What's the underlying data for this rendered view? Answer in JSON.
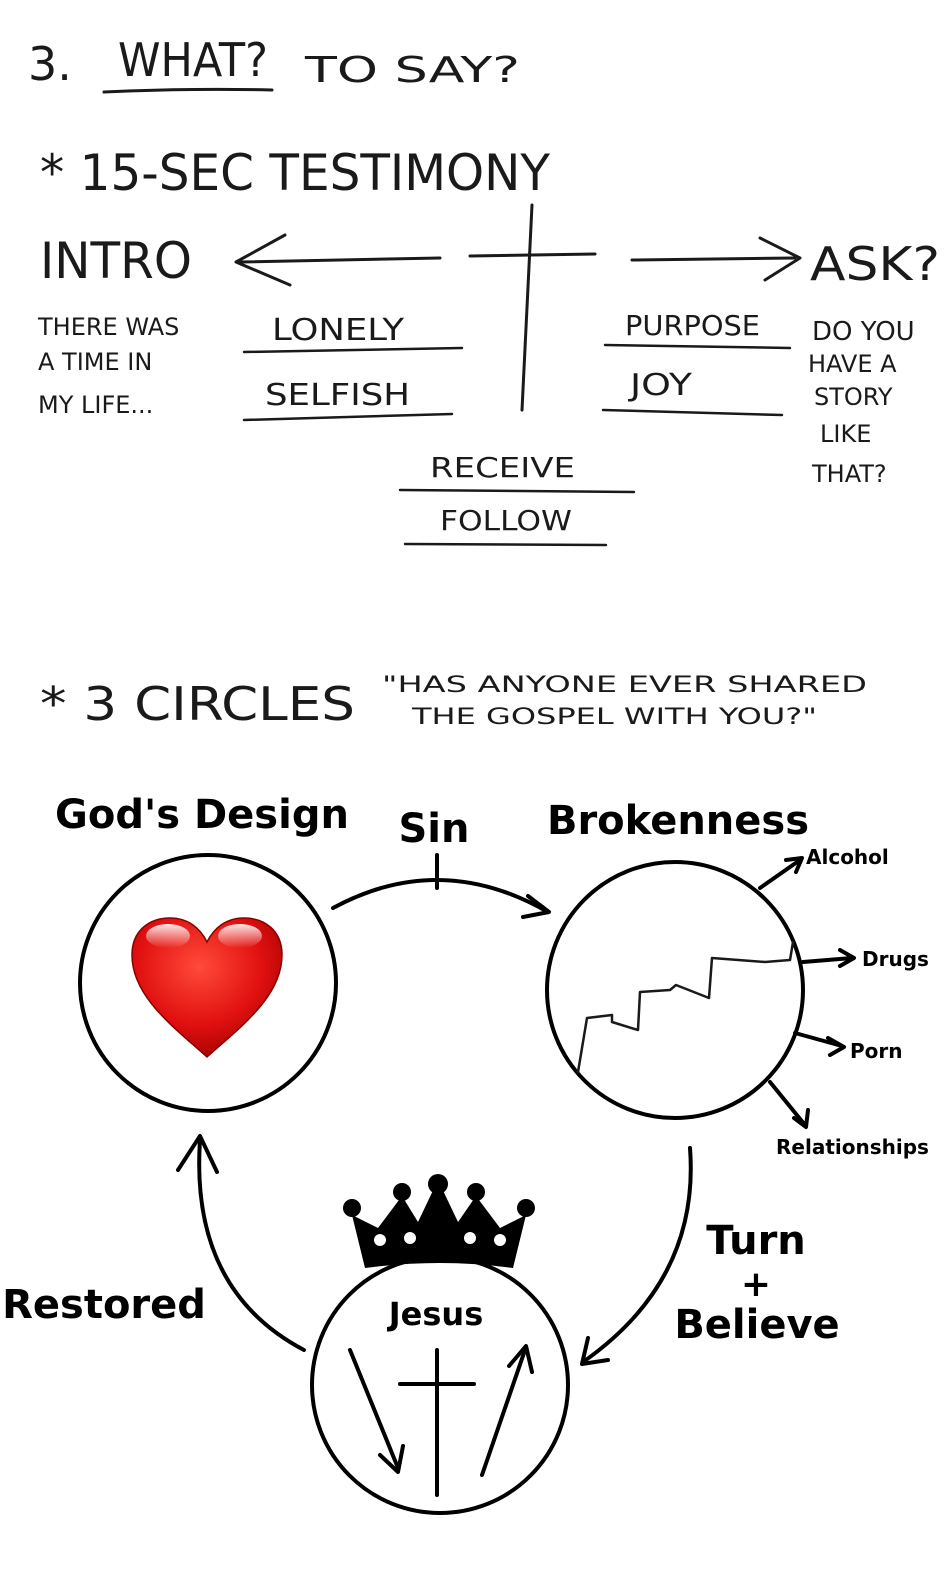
{
  "notes": {
    "heading": {
      "number": "3.",
      "what": "WHAT?",
      "rest": "TO SAY?"
    },
    "testimony": {
      "title": "* 15-SEC TESTIMONY",
      "intro": "INTRO",
      "ask": "ASK?",
      "intro_text": [
        "THERE WAS",
        "A TIME IN",
        "MY LIFE..."
      ],
      "before": [
        "LONELY",
        "SELFISH"
      ],
      "after": [
        "PURPOSE",
        "JOY"
      ],
      "middle": [
        "RECEIVE",
        "FOLLOW"
      ],
      "ask_text": [
        "DO YOU",
        "HAVE A",
        "STORY",
        "LIKE",
        "THAT?"
      ]
    },
    "circles": {
      "title": "* 3 CIRCLES",
      "quote": [
        "\"HAS ANYONE EVER SHARED",
        "THE GOSPEL WITH YOU?\""
      ]
    }
  },
  "diagram": {
    "gods_design": "God's Design",
    "sin": "Sin",
    "brokenness": "Brokenness",
    "outlets": [
      "Alcohol",
      "Drugs",
      "Porn",
      "Relationships"
    ],
    "restored": "Restored",
    "turn_believe": [
      "Turn",
      "+",
      "Believe"
    ],
    "jesus": "Jesus",
    "colors": {
      "heart": "#e01010",
      "ink": "#000000"
    },
    "icons": [
      "heart-icon",
      "crown-icon",
      "cross-icon"
    ]
  }
}
